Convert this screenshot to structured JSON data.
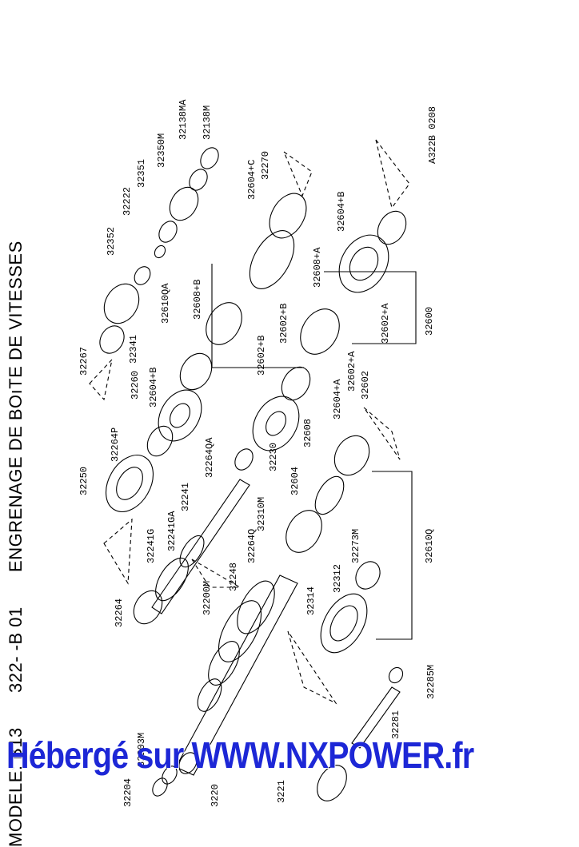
{
  "title": {
    "model": "MODELE: B13",
    "code": "322-  -B 01",
    "name": "ENGRENAGE DE BOıTE DE VITESSES"
  },
  "ref_code": "A322B 0208",
  "watermark": "Hébergé sur WWW.NXPOWER.fr",
  "labels": [
    "32138M",
    "32138MA",
    "32350M",
    "32351",
    "32222",
    "32352",
    "32267",
    "32610QA",
    "32608+B",
    "32341",
    "32260",
    "32604+B",
    "32602+B",
    "32604+C",
    "32270",
    "32608+A",
    "32602+B",
    "32604+B",
    "32602+A",
    "32600",
    "32250",
    "32264P",
    "32264QA",
    "32241",
    "32241GA",
    "32241G",
    "32230",
    "32604",
    "32604+A",
    "32602+A",
    "32602",
    "32608",
    "32264",
    "32248",
    "32200M",
    "32264Q",
    "32310M",
    "32610Q",
    "32314",
    "32273M",
    "32312",
    "32285M",
    "32281",
    "32204",
    "32203M",
    "3220",
    "3221"
  ]
}
